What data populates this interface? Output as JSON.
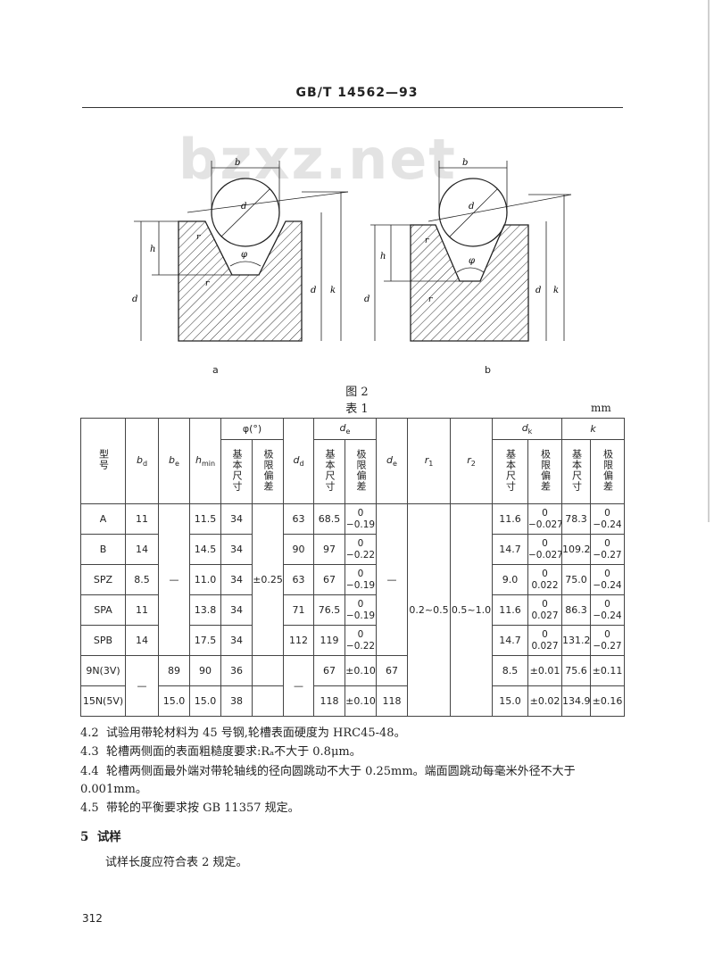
{
  "header": {
    "standard_no": "GB/T 14562—93"
  },
  "watermark": "bzxz.net",
  "figure": {
    "caption": "图 2",
    "sub_a": "a",
    "sub_b": "b",
    "labels": {
      "bd": "b",
      "de": "d",
      "h": "h",
      "r1": "r",
      "r2": "r",
      "phi": "φ",
      "dk": "d",
      "k": "k"
    }
  },
  "table": {
    "title": "表 1",
    "unit": "mm",
    "headers": {
      "model": "型号",
      "bd": "b",
      "be": "b",
      "hmin": "h",
      "phi": "φ(°)",
      "basic": "基本尺寸",
      "dev": "极限偏差",
      "dd": "d",
      "de": "d",
      "dr": "d",
      "r1": "r",
      "r2": "r",
      "dk": "d",
      "k": "k"
    },
    "rows": [
      {
        "model": "A",
        "bd": "11",
        "hmin": "11.5",
        "phi": "34",
        "dd": "63",
        "de": "68.5",
        "de_dev": [
          "0",
          "−0.19"
        ],
        "dk": "11.6",
        "dk_dev": [
          "0",
          "−0.027"
        ],
        "k": "78.3",
        "k_dev": [
          "0",
          "−0.24"
        ]
      },
      {
        "model": "B",
        "bd": "14",
        "hmin": "14.5",
        "phi": "34",
        "dd": "90",
        "de": "97",
        "de_dev": [
          "0",
          "−0.22"
        ],
        "dk": "14.7",
        "dk_dev": [
          "0",
          "−0.027"
        ],
        "k": "109.2",
        "k_dev": [
          "0",
          "−0.27"
        ]
      },
      {
        "model": "SPZ",
        "bd": "8.5",
        "hmin": "11.0",
        "phi": "34",
        "dd": "63",
        "de": "67",
        "de_dev": [
          "0",
          "−0.19"
        ],
        "dk": "9.0",
        "dk_dev": [
          "0",
          "0.022"
        ],
        "k": "75.0",
        "k_dev": [
          "0",
          "−0.24"
        ]
      },
      {
        "model": "SPA",
        "bd": "11",
        "hmin": "13.8",
        "phi": "34",
        "dd": "71",
        "de": "76.5",
        "de_dev": [
          "0",
          "−0.19"
        ],
        "dk": "11.6",
        "dk_dev": [
          "0",
          "0.027"
        ],
        "k": "86.3",
        "k_dev": [
          "0",
          "−0.24"
        ]
      },
      {
        "model": "SPB",
        "bd": "14",
        "hmin": "17.5",
        "phi": "34",
        "dd": "112",
        "de": "119",
        "de_dev": [
          "0",
          "−0.22"
        ],
        "dk": "14.7",
        "dk_dev": [
          "0",
          "0.027"
        ],
        "k": "131.2",
        "k_dev": [
          "0",
          "−0.27"
        ]
      },
      {
        "model": "9N(3V)",
        "be": "89",
        "hmin": "90",
        "phi": "36",
        "de": "67",
        "de_dev1": "±0.10",
        "dr": "67",
        "dk": "8.5",
        "dk_dev1": "±0.01",
        "k": "75.6",
        "k_dev1": "±0.11"
      },
      {
        "model": "15N(5V)",
        "be": "15.0",
        "hmin": "15.0",
        "phi": "38",
        "de": "118",
        "de_dev1": "±0.10",
        "dr": "118",
        "dk": "15.0",
        "dk_dev1": "±0.02",
        "k": "134.9",
        "k_dev1": "±0.16"
      }
    ],
    "merged": {
      "be_dash": "—",
      "phi_dev": "±0.25",
      "dd_dash": "—",
      "dr_dash": "—",
      "r1": "0.2~0.5",
      "r2": "0.5~1.0",
      "bd_dash": "—"
    }
  },
  "paragraphs": [
    {
      "num": "4.2",
      "text": "试验用带轮材料为 45 号钢,轮槽表面硬度为 HRC45-48。"
    },
    {
      "num": "4.3",
      "text": "轮槽两侧面的表面粗糙度要求:Rₐ不大于 0.8μm。"
    },
    {
      "num": "4.4",
      "text": "轮槽两侧面最外端对带轮轴线的径向圆跳动不大于 0.25mm。端面圆跳动每毫米外径不大于"
    },
    {
      "num": "",
      "text": "0.001mm。"
    },
    {
      "num": "4.5",
      "text": "带轮的平衡要求按 GB 11357 规定。"
    }
  ],
  "section": {
    "num": "5",
    "title": "试样"
  },
  "section_text": "试样长度应符合表 2 规定。",
  "page_number": "312"
}
